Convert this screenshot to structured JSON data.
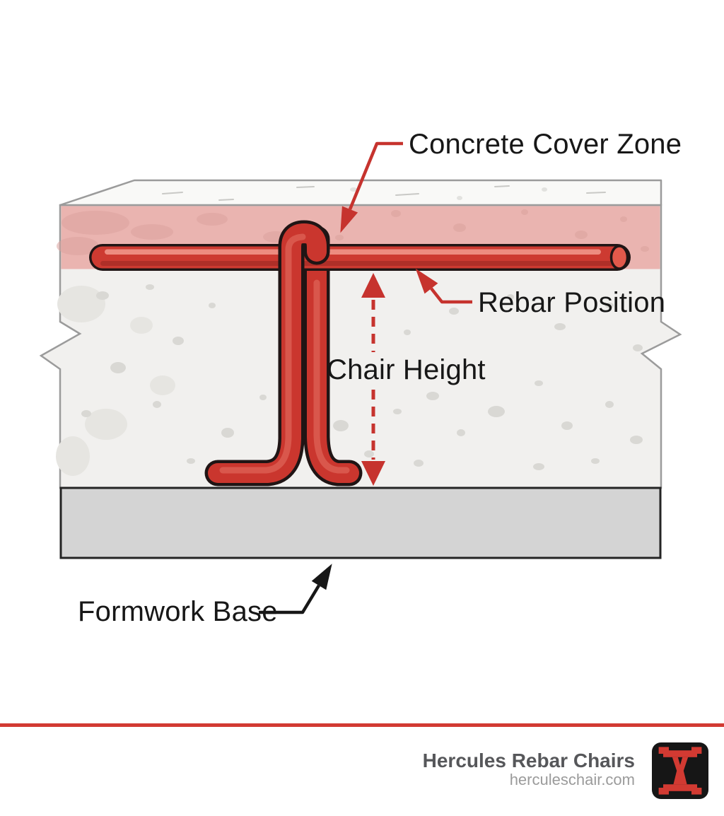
{
  "labels": {
    "cover_zone": "Concrete Cover Zone",
    "rebar_position": "Rebar Position",
    "chair_height": "Chair Height",
    "formwork_base": "Formwork Base"
  },
  "footer": {
    "brand": "Hercules Rebar Chairs",
    "website": "herculeschair.com"
  },
  "colors": {
    "accent_red": "#c6332e",
    "rebar_red": "#cd3a31",
    "rebar_dark": "#a82d27",
    "rebar_highlight": "#ee9085",
    "rebar_highlight2": "#e16a5c",
    "rebar_cap": "#e2594b",
    "rebar_outline": "#201515",
    "chair_red": "#ca362e",
    "cover_pink": "#eab4b0",
    "pink_mottle": "#dba39e",
    "pink_speckle": "#dfa8a2",
    "concrete": "#f1f0ee",
    "concrete_speckle": "#d9d8d4",
    "concrete_blob": "#e6e5e1",
    "top_surface": "#f9f9f7",
    "surface_line": "#c9c9c6",
    "slab_outline": "#9b9b9b",
    "formwork_fill": "#d4d4d4",
    "formwork_outline": "#242424",
    "ink": "#171717",
    "brand_text": "#56575a",
    "website_text": "#9b9b9b",
    "separator_red": "#d23a32",
    "logo_bg": "#161616",
    "logo_red": "#d23a32"
  }
}
